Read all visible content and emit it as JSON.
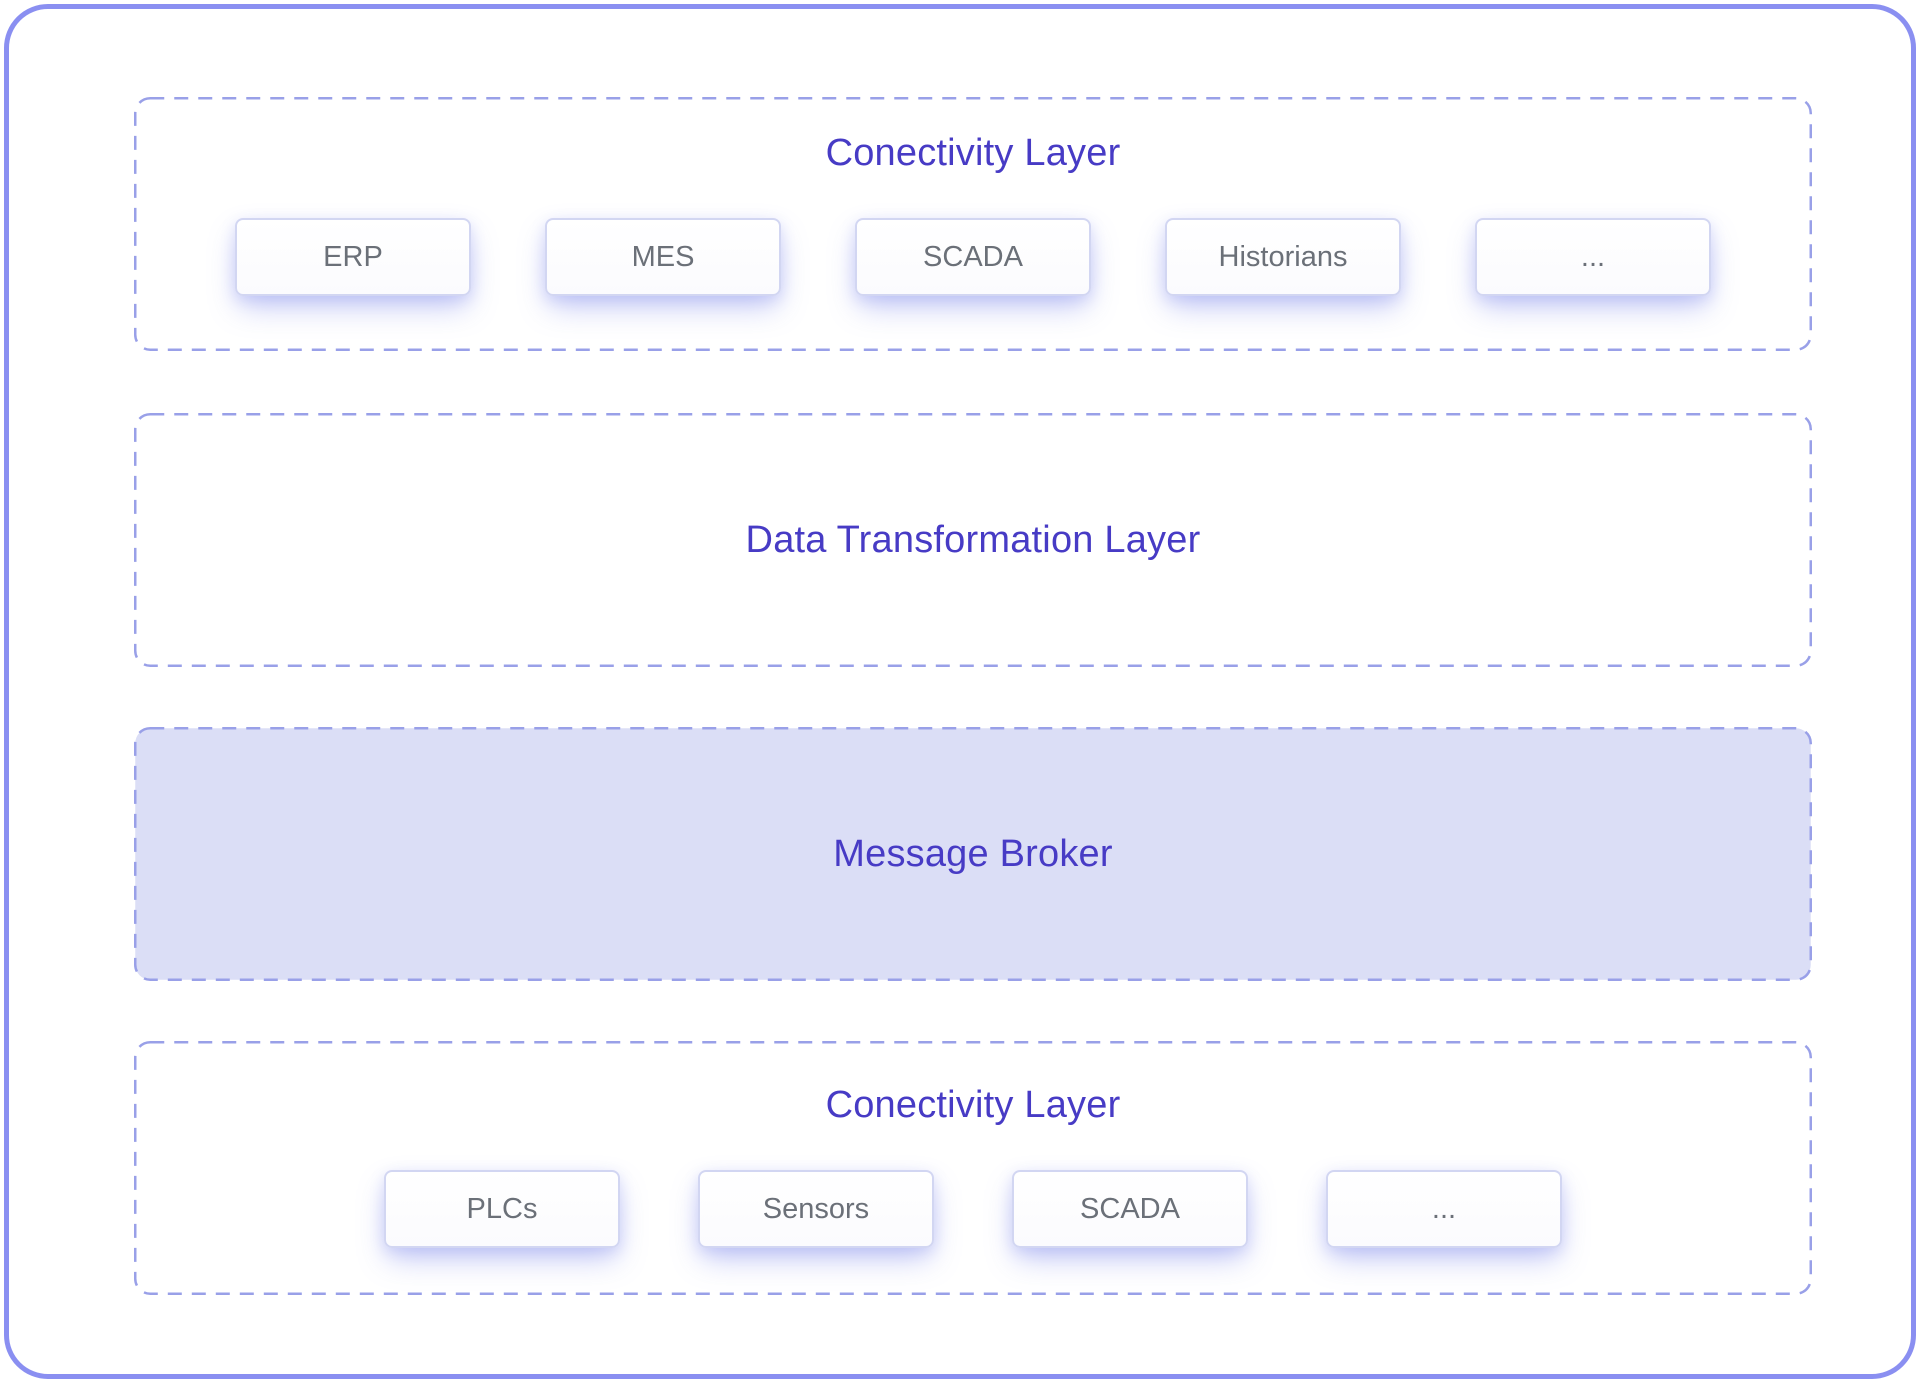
{
  "layers": [
    {
      "title": "Conectivity Layer",
      "items": [
        "ERP",
        "MES",
        "SCADA",
        "Historians",
        "..."
      ]
    },
    {
      "title": "Data Transformation Layer",
      "items": []
    },
    {
      "title": "Message Broker",
      "items": []
    },
    {
      "title": "Conectivity Layer",
      "items": [
        "PLCs",
        "Sensors",
        "SCADA",
        "..."
      ]
    }
  ],
  "colors": {
    "frame_border": "#8a8ff1",
    "dash": "#99a0e8",
    "title_text": "#473bc5",
    "item_text": "#6b7078",
    "broker_fill": "#dbdef6",
    "item_border": "#d2d6f2",
    "page_bg": "#ffffff"
  }
}
